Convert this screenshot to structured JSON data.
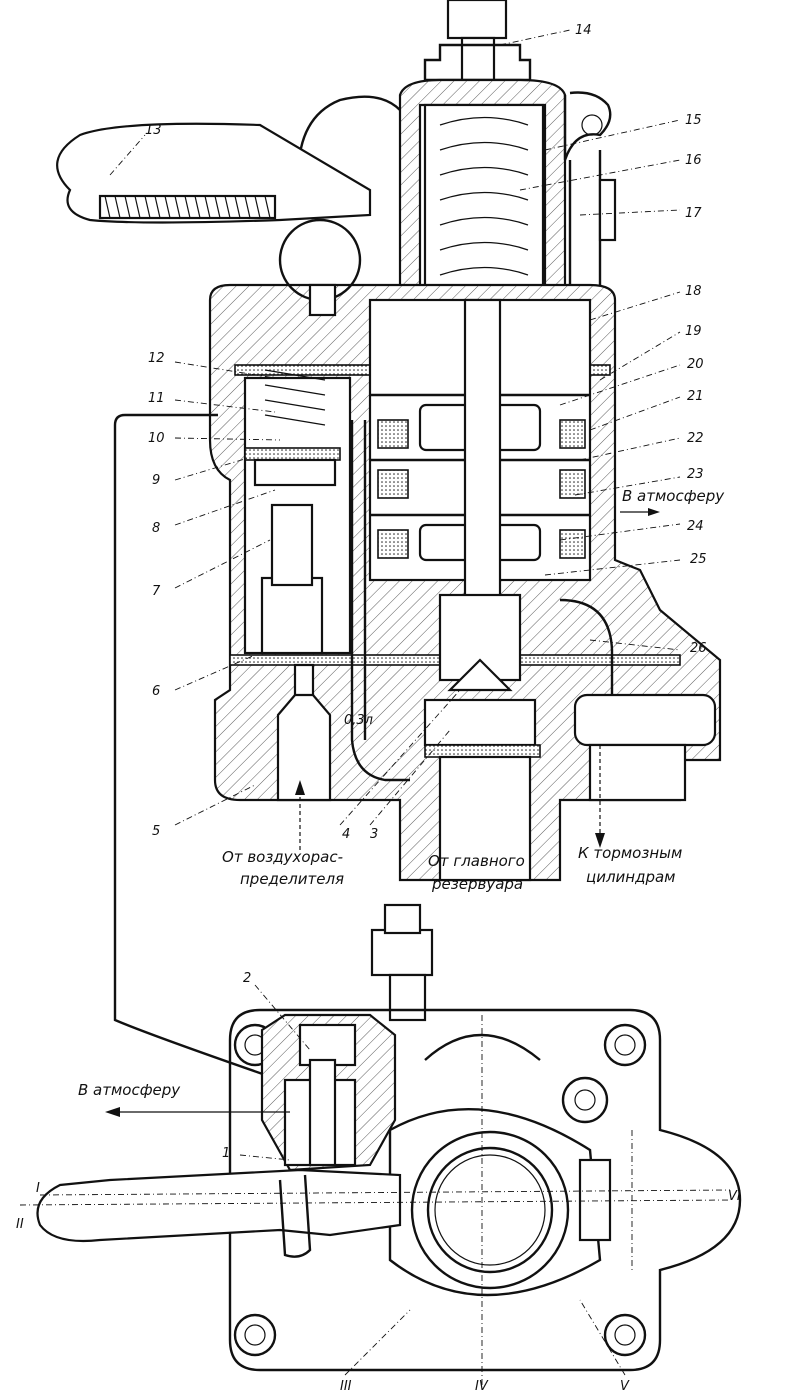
{
  "diagram": {
    "part_numbers": [
      "1",
      "2",
      "3",
      "4",
      "5",
      "6",
      "7",
      "8",
      "9",
      "10",
      "11",
      "12",
      "13",
      "14",
      "15",
      "16",
      "17",
      "18",
      "19",
      "20",
      "21",
      "22",
      "23",
      "24",
      "25",
      "26"
    ],
    "volume_label": "0,3л",
    "to_atmosphere_right": "В атмосферу",
    "to_atmosphere_left": "В атмосферу",
    "from_distributor": [
      "От воздухорас-",
      "пределителя"
    ],
    "from_main_reservoir": [
      "От главного",
      "резервуара"
    ],
    "to_brake_cylinders": [
      "К тормозным",
      "цилиндрам"
    ],
    "positions": [
      "I",
      "II",
      "III",
      "IV",
      "V",
      "VI"
    ]
  }
}
